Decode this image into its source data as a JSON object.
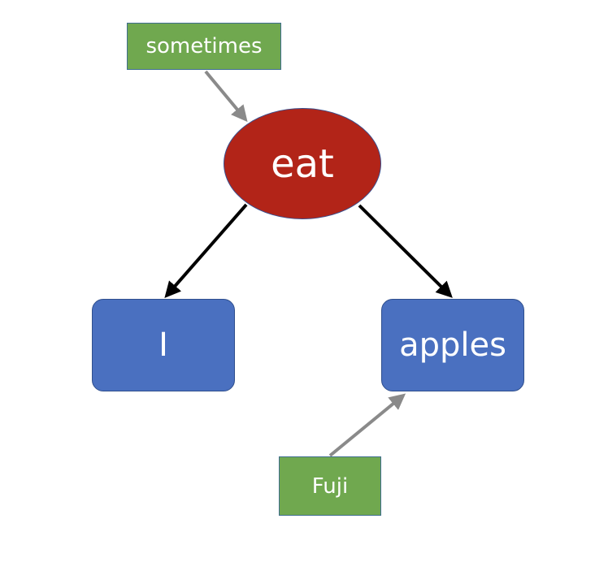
{
  "nodes": {
    "sometimes": "sometimes",
    "eat": "eat",
    "i": "I",
    "apples": "apples",
    "fuji": "Fuji"
  },
  "colors": {
    "modifier_fill": "#70a84f",
    "root_fill": "#b22418",
    "argument_fill": "#4a70c0",
    "dependency_edge": "#000000",
    "modifier_edge": "#8a8a8a"
  }
}
